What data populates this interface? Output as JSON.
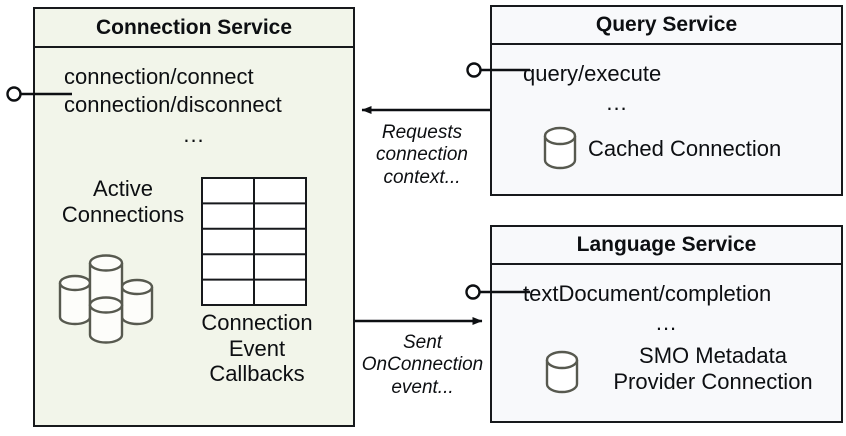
{
  "diagram": {
    "title": "Connection Service interaction diagram",
    "palette": {
      "connection_service_fill": "#f2f5ea",
      "other_service_fill": "#f8f9fb",
      "border": "#17191c",
      "icon_stroke": "#57594f",
      "text": "#0d0f12"
    }
  },
  "components": {
    "connection_service": {
      "title": "Connection Service",
      "api": [
        "connection/connect",
        "connection/disconnect"
      ],
      "api_more": "...",
      "active_connections_label": "Active\nConnections",
      "callbacks_label": "Connection\nEvent\nCallbacks",
      "icons": {
        "database_cluster": "database-cluster-icon",
        "table": "table-grid-icon"
      },
      "table_icon": {
        "rows": 5,
        "columns": 2
      },
      "database_cluster_count": 4,
      "provided_interface": "lollipop-interface"
    },
    "query_service": {
      "title": "Query Service",
      "api": [
        "query/execute"
      ],
      "api_more": "...",
      "resource_label": "Cached Connection",
      "icons": {
        "database": "database-cylinder-icon"
      },
      "provided_interface": "lollipop-interface"
    },
    "language_service": {
      "title": "Language Service",
      "api": [
        "textDocument/completion"
      ],
      "api_more": "...",
      "resource_label": "SMO Metadata\nProvider Connection",
      "icons": {
        "database": "database-cylinder-icon"
      },
      "provided_interface": "lollipop-interface"
    }
  },
  "edges": [
    {
      "id": "query-to-connection",
      "from": "query_service",
      "to": "connection_service",
      "label": "Requests\nconnection\ncontext...",
      "direction": "left"
    },
    {
      "id": "connection-to-language",
      "from": "connection_service",
      "to": "language_service",
      "label": "Sent\nOnConnection\nevent...",
      "direction": "right"
    }
  ]
}
